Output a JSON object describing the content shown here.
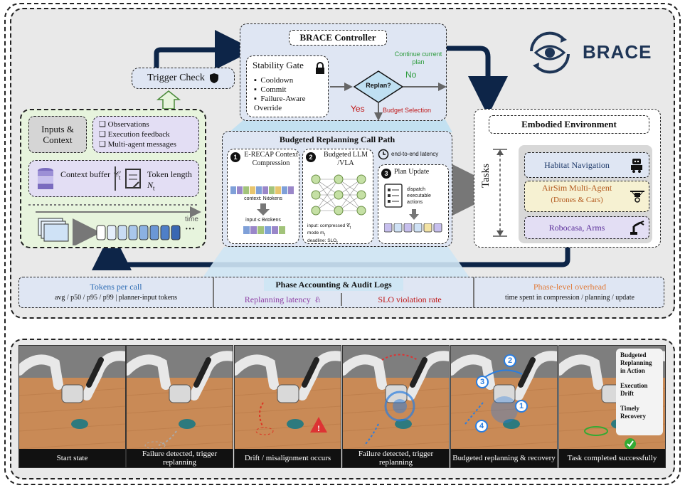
{
  "brand": {
    "name": "BRACE"
  },
  "trigger": {
    "label": "Trigger Check"
  },
  "controller": {
    "title": "BRACE Controller",
    "stability_gate": "Stability Gate",
    "gate_items": [
      "Cooldown",
      "Commit",
      "Failure-Aware Override"
    ],
    "decision": "Replan?",
    "yes": "Yes",
    "no": "No",
    "continue": "Continue current plan",
    "budget_selection": "Budget Selection"
  },
  "inputs": {
    "title": "Inputs & Context",
    "items": [
      "Observations",
      "Execution feedback",
      "Multi-agent messages"
    ],
    "context_buffer": "Context buffer",
    "context_sym": "𝒞",
    "token_length": "Token length",
    "token_sym": "N",
    "sub_t": "t",
    "time": "time",
    "ellipsis": "···"
  },
  "call_path": {
    "title": "Budgeted Replanning Call Path",
    "latency": "end-to-end latency",
    "step1": {
      "num": "1",
      "title": "E-RECAP Context Compression",
      "context": "context: N",
      "context_suffix": " tokens",
      "input": "input ≤ B",
      "input_suffix": " tokens"
    },
    "step2": {
      "num": "2",
      "title": "Budgeted LLM /VLA",
      "input": "input: compressed 𝒞",
      "mode": "mode m",
      "deadline": "deadline: SLO"
    },
    "step3": {
      "num": "3",
      "title": "Plan Update",
      "dispatch": "dispatch executable actions"
    }
  },
  "environment": {
    "title": "Embodied Environment",
    "tasks": "Tasks",
    "items": [
      {
        "label": "Habitat Navigation",
        "sub": "",
        "color": "#dfe6f3"
      },
      {
        "label": "AirSim Multi-Agent",
        "sub": "(Drones & Cars)",
        "color": "#f6f1d2"
      },
      {
        "label": "Robocasa,  Arms",
        "sub": "",
        "color": "#e3def4"
      }
    ]
  },
  "audit": {
    "title": "Phase Accounting & Audit Logs",
    "tokens_title": "Tokens per call",
    "tokens_detail": "avg / p50 / p95 / p99   |  planner-input tokens",
    "latency": "Replanning latency",
    "latency_sym": "ℓ",
    "slo": "SLO violation rate",
    "overhead_title": "Phase-level overhead",
    "overhead_detail": "time spent in compression / planning / update"
  },
  "frames": [
    {
      "caption": "Start state"
    },
    {
      "caption": "Failure detected, trigger replanning"
    },
    {
      "caption": "Drift / misalignment occurs"
    },
    {
      "caption": "Failure detected, trigger replanning"
    },
    {
      "caption": "Budgeted replanning & recovery"
    },
    {
      "caption": "Task completed successfully"
    }
  ],
  "legend": [
    "Budgeted Replanning in Action",
    "Execution Drift",
    "Timely Recovery"
  ],
  "markers": [
    "1",
    "2",
    "3",
    "4"
  ]
}
